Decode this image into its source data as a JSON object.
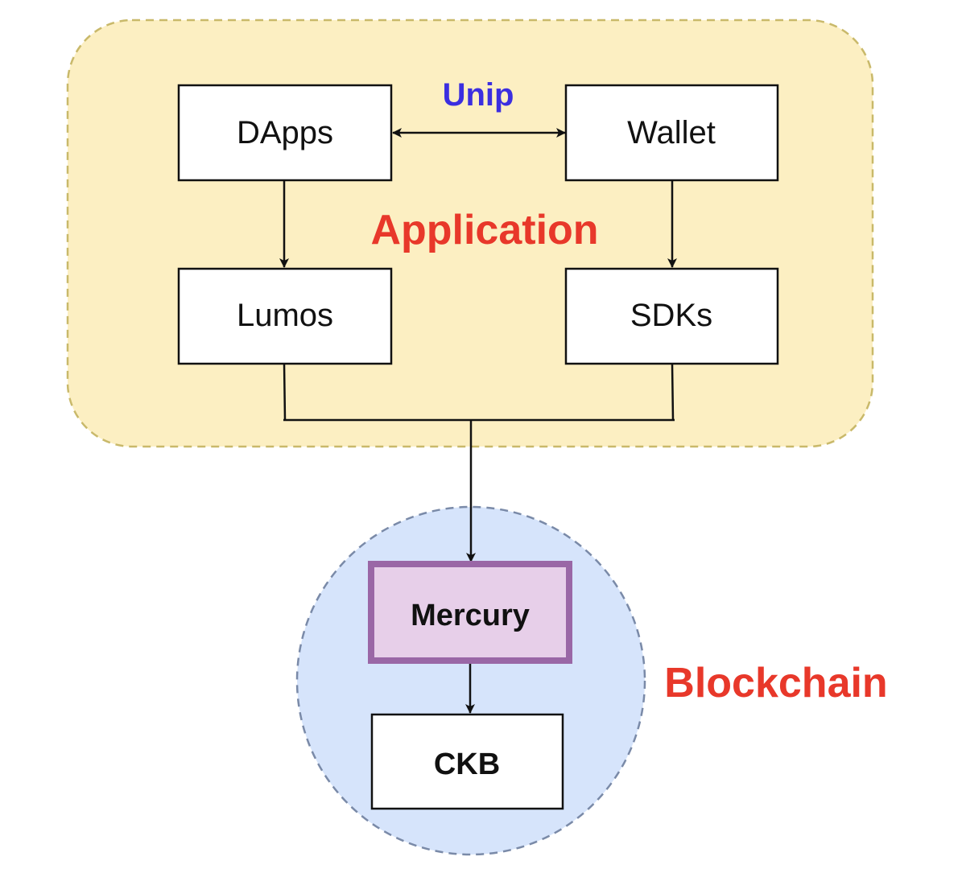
{
  "diagram": {
    "groups": {
      "application": {
        "label": "Application",
        "fill": "#fcefc2",
        "border": "#c9b96a"
      },
      "blockchain": {
        "label": "Blockchain",
        "fill": "#d6e4fb",
        "border": "#7a8aa8"
      }
    },
    "nodes": {
      "dapps": "DApps",
      "wallet": "Wallet",
      "lumos": "Lumos",
      "sdks": "SDKs",
      "mercury": "Mercury",
      "ckb": "CKB"
    },
    "edge_labels": {
      "dapps_wallet": "Unip"
    },
    "colors": {
      "group_label": "#e8382a",
      "edge_label": "#3b2ee0",
      "mercury_fill": "#e7cfe9",
      "mercury_border": "#9a67a6"
    }
  }
}
